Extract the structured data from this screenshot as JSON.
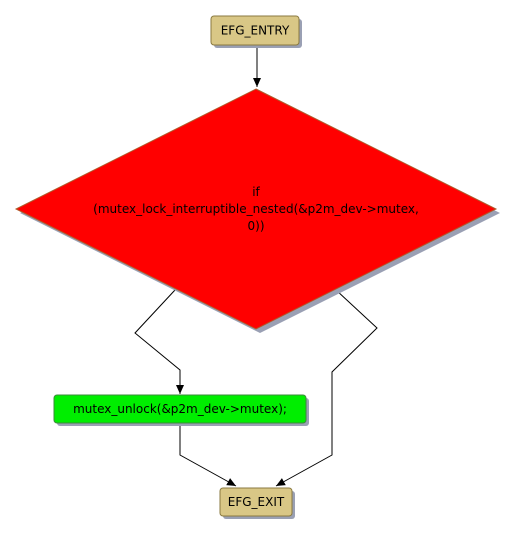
{
  "colors": {
    "terminal_fill": "#d9c786",
    "decision_fill": "#ff0000",
    "action_fill": "#00ee00",
    "shadow": "#9aa0b4",
    "edge": "#000000"
  },
  "nodes": {
    "entry": {
      "label": "EFG_ENTRY"
    },
    "decision": {
      "line1": "if",
      "line2": "(mutex_lock_interruptible_nested(&p2m_dev->mutex,",
      "line3": "0))"
    },
    "action": {
      "label": "mutex_unlock(&p2m_dev->mutex);"
    },
    "exit": {
      "label": "EFG_EXIT"
    }
  },
  "edges": [
    {
      "from": "entry",
      "to": "decision"
    },
    {
      "from": "decision",
      "to": "action"
    },
    {
      "from": "action",
      "to": "exit"
    },
    {
      "from": "decision",
      "to": "exit"
    }
  ]
}
